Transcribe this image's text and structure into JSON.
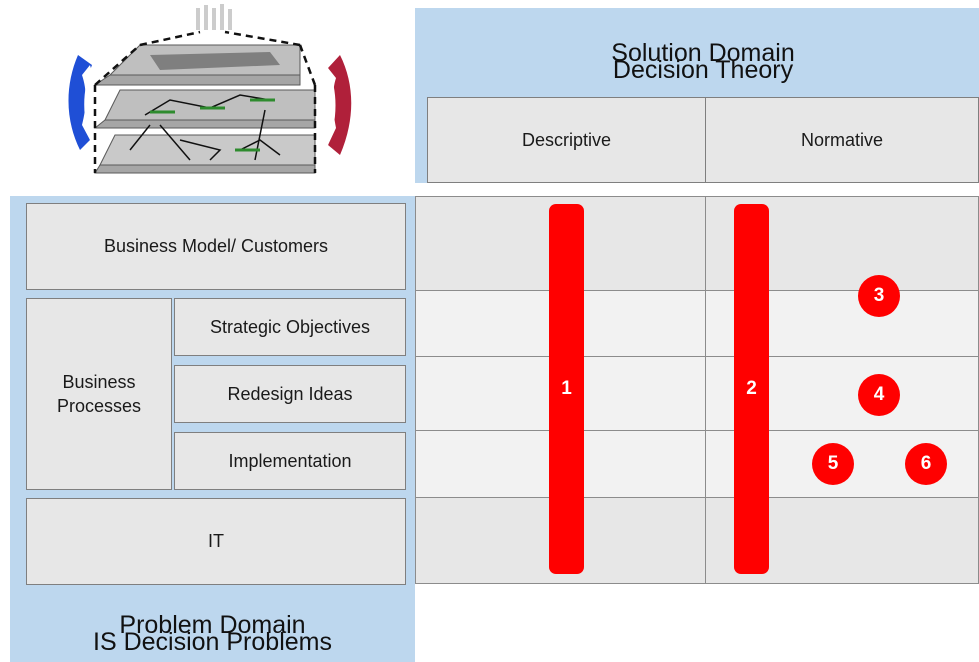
{
  "solution_domain": {
    "line1": "Solution Domain",
    "line2": "Decision Theory"
  },
  "columns": {
    "descriptive": "Descriptive",
    "normative": "Normative"
  },
  "problem_domain": {
    "line1": "Problem Domain",
    "line2": "IS Decision Problems"
  },
  "rows": {
    "business_model": "Business Model/ Customers",
    "business_processes": "Business\nProcesses",
    "strategic_objectives": "Strategic Objectives",
    "redesign_ideas": "Redesign Ideas",
    "implementation": "Implementation",
    "it": "IT"
  },
  "markers": {
    "bar1": "1",
    "bar2": "2",
    "c3": "3",
    "c4": "4",
    "c5": "5",
    "c6": "6"
  },
  "colors": {
    "panel": "#bdd7ee",
    "accent": "#ff0000",
    "cell": "#e7e7e7",
    "cell_light": "#f2f2f2"
  }
}
